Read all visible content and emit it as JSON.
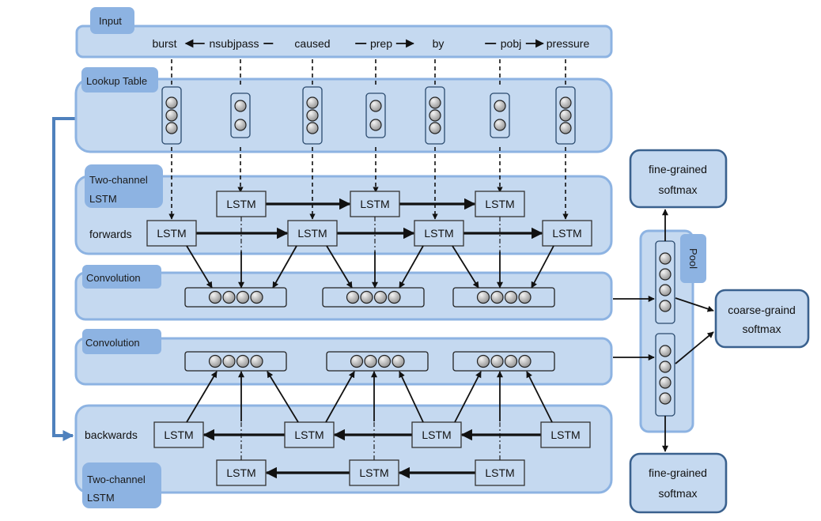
{
  "diagram": {
    "input_tab": "Input",
    "lookup_tab": "Lookup Table",
    "fwd_lstm_tab": [
      "Two-channel",
      "LSTM"
    ],
    "conv1_tab": "Convolution",
    "conv2_tab": "Convolution",
    "bwd_lstm_tab": [
      "Two-channel",
      "LSTM"
    ],
    "pool_tab": "Pool",
    "forwards_label": "forwards",
    "backwards_label": "backwards",
    "lstm_label": "LSTM",
    "input_tokens": [
      {
        "text": "burst",
        "kind": "word"
      },
      {
        "text": "nsubjpass",
        "kind": "relation",
        "direction": "left"
      },
      {
        "text": "caused",
        "kind": "word"
      },
      {
        "text": "prep",
        "kind": "relation",
        "direction": "right"
      },
      {
        "text": "by",
        "kind": "word"
      },
      {
        "text": "pobj",
        "kind": "relation",
        "direction": "right"
      },
      {
        "text": "pressure",
        "kind": "word"
      }
    ],
    "lookup_vector_sizes": [
      3,
      2,
      3,
      2,
      3,
      2,
      3
    ],
    "conv_vector_size": 4,
    "pool_vector_size": 4,
    "fine_softmax_top": [
      "fine-grained",
      "softmax"
    ],
    "coarse_softmax": [
      "coarse-graind",
      "softmax"
    ],
    "fine_softmax_bottom": [
      "fine-grained",
      "softmax"
    ],
    "colors": {
      "panel": "#c5d9f0",
      "panel_border": "#8db3e2",
      "tab": "#8db3e2",
      "skip_connection": "#4f81bd",
      "softmax_border": "#3a618e"
    }
  }
}
